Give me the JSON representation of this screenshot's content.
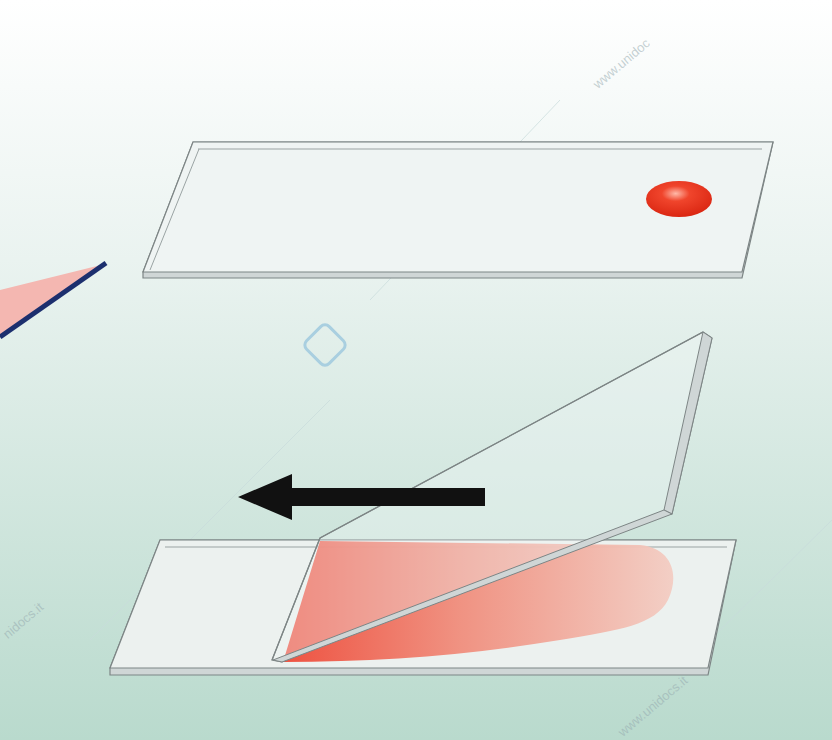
{
  "diagram": {
    "labels": [
      "www.unidoc",
      "nidocs.it",
      "www.unidocs.it"
    ]
  }
}
